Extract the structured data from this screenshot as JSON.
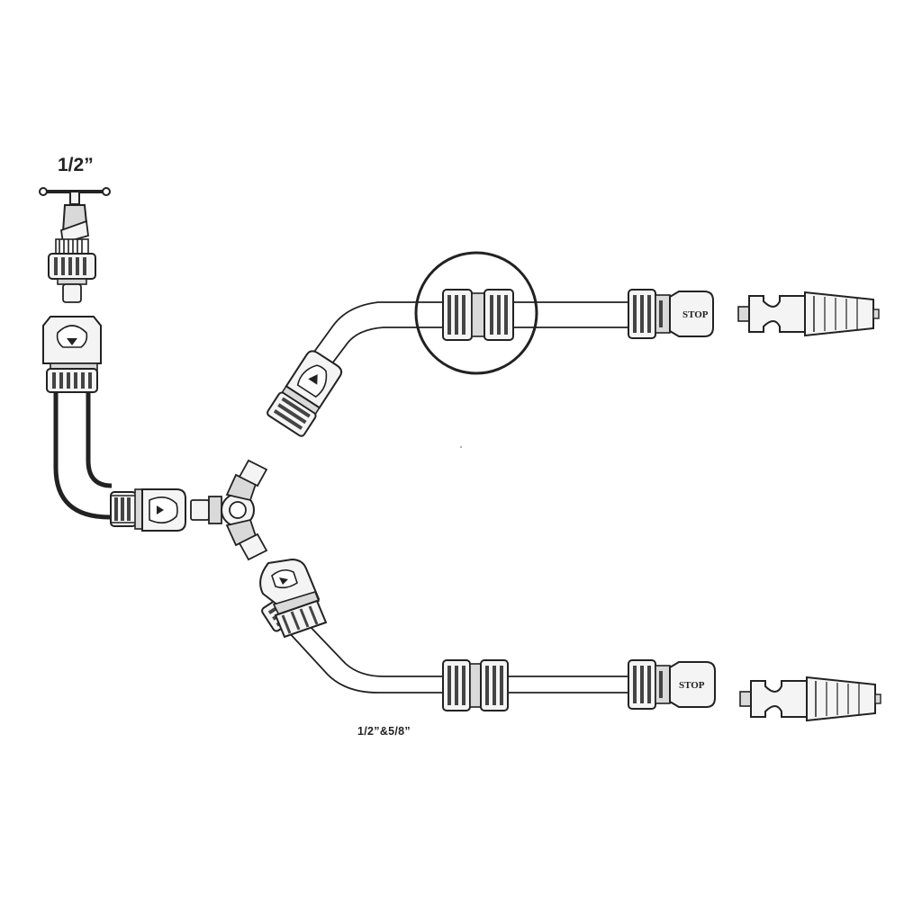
{
  "labels": {
    "tap_size": "1/2”",
    "hose_size": "1/2”&5/8”"
  },
  "stop_labels": {
    "upper": "STOP",
    "lower": "STOP"
  },
  "colors": {
    "line": "#222222",
    "fill_light": "#f4f4f4",
    "fill_grey": "#d9d9d9",
    "background": "#ffffff"
  },
  "components": [
    "tap-icon",
    "threaded-tap-adaptor-icon",
    "quick-connector-icon",
    "three-way-y-connector-icon",
    "hose-repair-coupling-icon",
    "stop-connector-icon",
    "spray-nozzle-icon"
  ]
}
